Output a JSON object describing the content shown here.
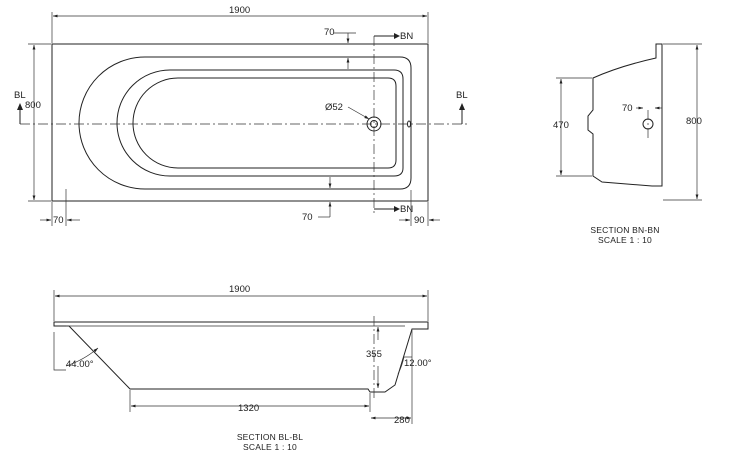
{
  "top_view": {
    "overall_length": "1900",
    "overall_width": "800",
    "rim_top": "70",
    "rim_bottom": "70",
    "rim_left": "70",
    "rim_right": "90",
    "waste_diameter": "Ø52",
    "section_bl_left": "BL",
    "section_bl_right": "BL",
    "section_bn_top": "BN",
    "section_bn_bottom": "BN"
  },
  "section_bn": {
    "overall_height": "800",
    "depth": "470",
    "rim": "70",
    "caption_line1": "SECTION BN-BN",
    "caption_line2": "SCALE 1 : 10"
  },
  "section_bl": {
    "overall_length": "1900",
    "base_length": "1320",
    "depth": "355",
    "offset": "280",
    "angle_left": "44.00°",
    "angle_right": "12.00°",
    "caption_line1": "SECTION BL-BL",
    "caption_line2": "SCALE 1 : 10"
  }
}
